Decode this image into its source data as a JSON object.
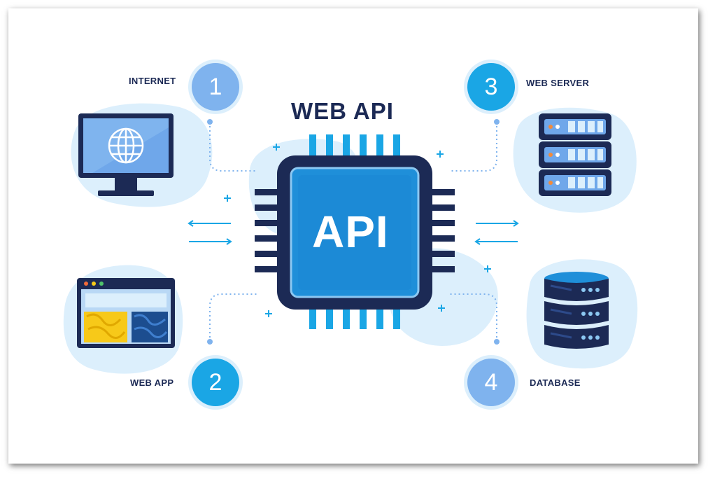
{
  "title": "WEB API",
  "chip_label": "API",
  "nodes": [
    {
      "number": "1",
      "label": "INTERNET",
      "icon": "monitor-globe-icon",
      "color": "#7fb3ee"
    },
    {
      "number": "2",
      "label": "WEB APP",
      "icon": "browser-window-icon",
      "color": "#1aa6e5"
    },
    {
      "number": "3",
      "label": "WEB SERVER",
      "icon": "server-rack-icon",
      "color": "#1aa6e5"
    },
    {
      "number": "4",
      "label": "DATABASE",
      "icon": "database-stack-icon",
      "color": "#7fb3ee"
    }
  ],
  "colors": {
    "navy": "#1c2a55",
    "chip_blue": "#1f8fd9",
    "light_blob": "#dbeefc",
    "accent_blue": "#1aa6e5",
    "web_app_yellow": "#f7c919"
  }
}
